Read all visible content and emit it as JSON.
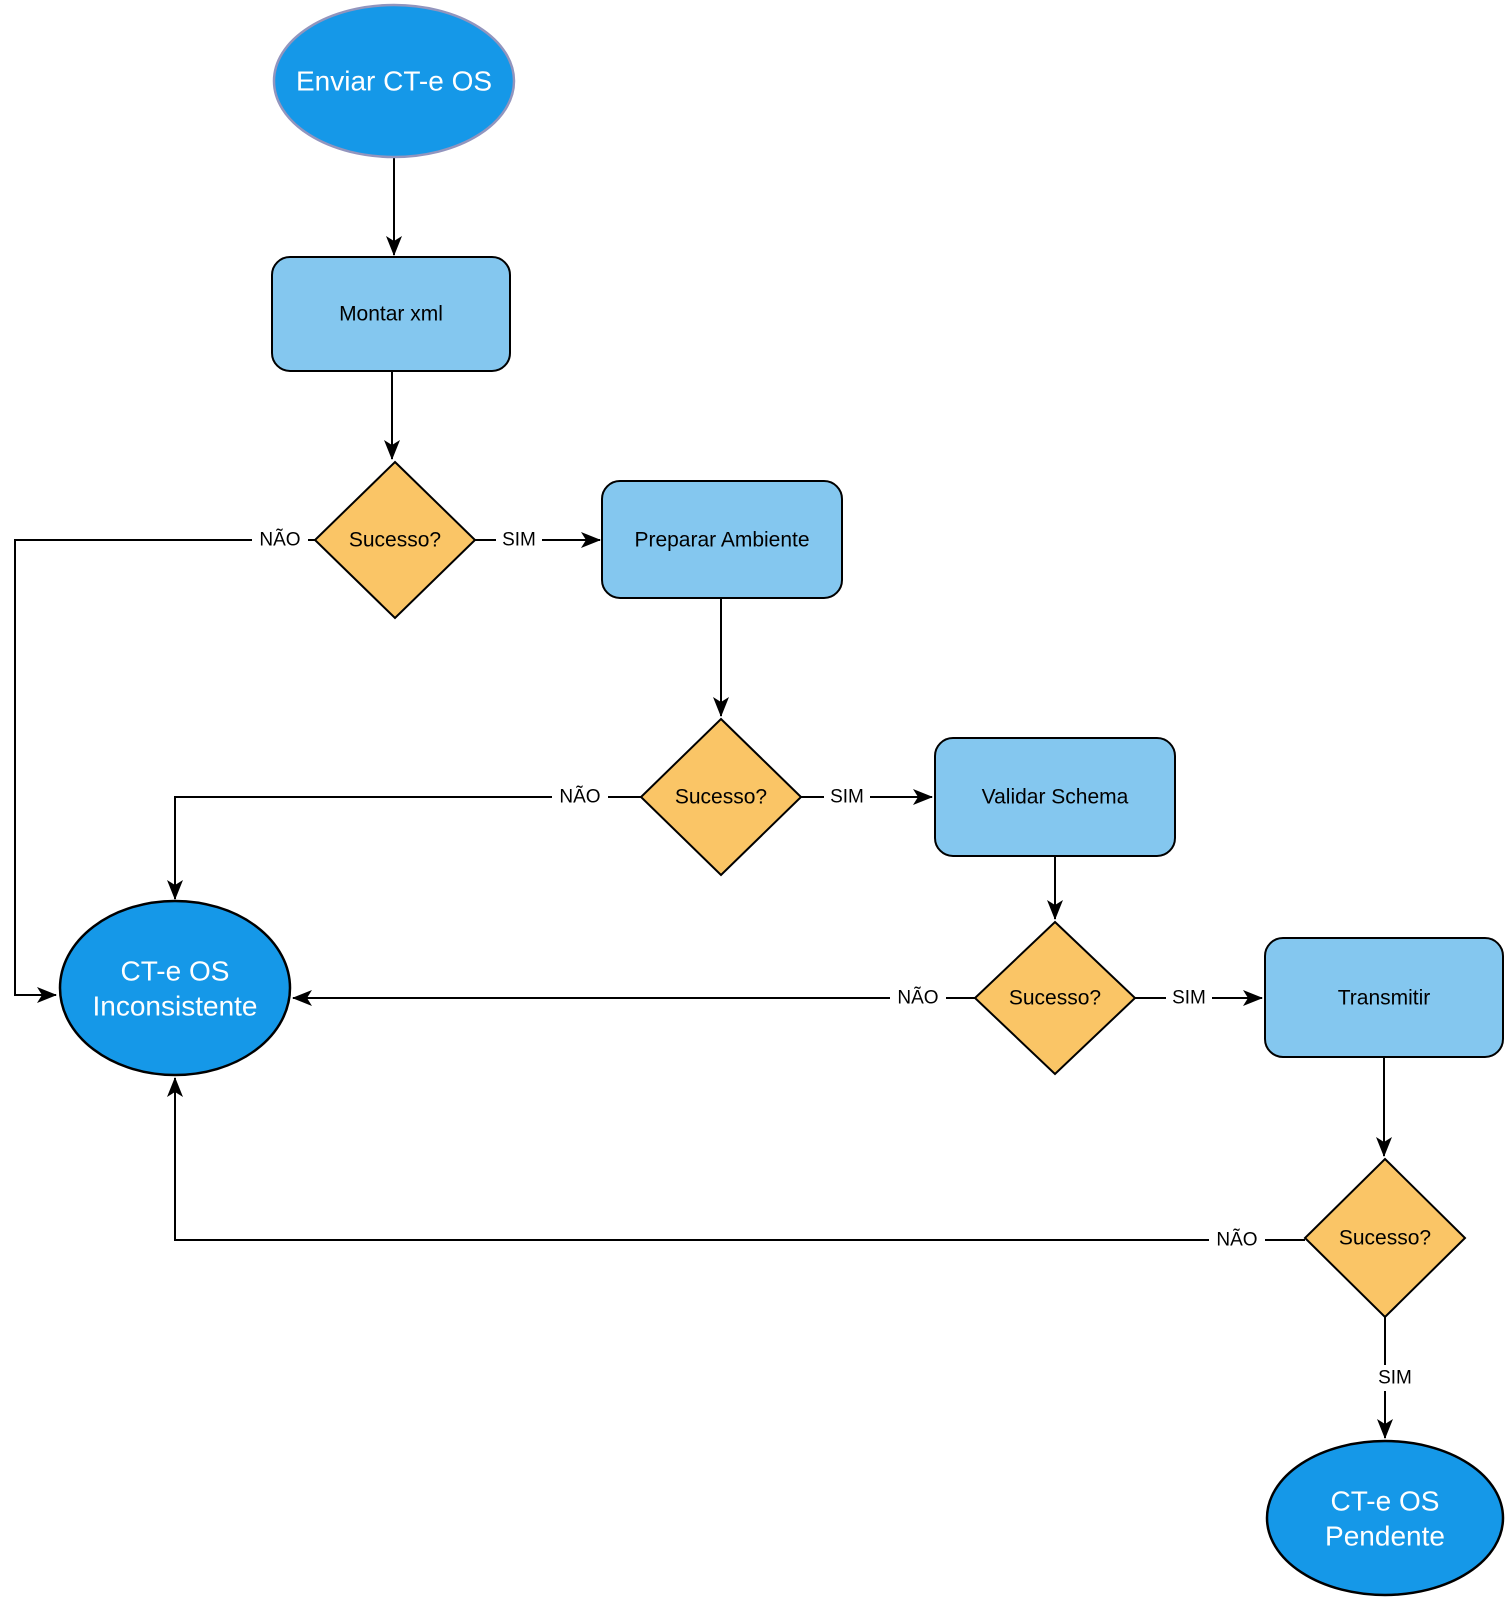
{
  "diagram": {
    "type": "flowchart",
    "colors": {
      "terminal_fill": "#1598e8",
      "terminal_text": "#ffffff",
      "start_ellipse_stroke": "#9295be",
      "process_fill": "#84c7ef",
      "decision_fill": "#fac566",
      "shape_stroke": "#000000",
      "edge_stroke": "#000000",
      "node_text": "#000000",
      "background": "#ffffff"
    },
    "nodes": {
      "start": {
        "type": "terminal",
        "label": "Enviar CT-e OS"
      },
      "montar_xml": {
        "type": "process",
        "label": "Montar xml"
      },
      "decision_montar": {
        "type": "decision",
        "label": "Sucesso?"
      },
      "preparar_ambiente": {
        "type": "process",
        "label": "Preparar Ambiente"
      },
      "decision_preparar": {
        "type": "decision",
        "label": "Sucesso?"
      },
      "validar_schema": {
        "type": "process",
        "label": "Validar Schema"
      },
      "decision_validar": {
        "type": "decision",
        "label": "Sucesso?"
      },
      "transmitir": {
        "type": "process",
        "label": "Transmitir"
      },
      "decision_transmitir": {
        "type": "decision",
        "label": "Sucesso?"
      },
      "cte_os_inconsistente": {
        "type": "terminal",
        "label_line1": "CT-e OS",
        "label_line2": "Inconsistente"
      },
      "cte_os_pendente": {
        "type": "terminal",
        "label_line1": "CT-e OS",
        "label_line2": "Pendente"
      }
    },
    "edges": [
      {
        "from": "start",
        "to": "montar_xml",
        "label": ""
      },
      {
        "from": "montar_xml",
        "to": "decision_montar",
        "label": ""
      },
      {
        "from": "decision_montar",
        "to": "preparar_ambiente",
        "label": "SIM"
      },
      {
        "from": "decision_montar",
        "to": "cte_os_inconsistente",
        "label": "NÃO"
      },
      {
        "from": "preparar_ambiente",
        "to": "decision_preparar",
        "label": ""
      },
      {
        "from": "decision_preparar",
        "to": "validar_schema",
        "label": "SIM"
      },
      {
        "from": "decision_preparar",
        "to": "cte_os_inconsistente",
        "label": "NÃO"
      },
      {
        "from": "validar_schema",
        "to": "decision_validar",
        "label": ""
      },
      {
        "from": "decision_validar",
        "to": "transmitir",
        "label": "SIM"
      },
      {
        "from": "decision_validar",
        "to": "cte_os_inconsistente",
        "label": "NÃO"
      },
      {
        "from": "transmitir",
        "to": "decision_transmitir",
        "label": ""
      },
      {
        "from": "decision_transmitir",
        "to": "cte_os_pendente",
        "label": "SIM"
      },
      {
        "from": "decision_transmitir",
        "to": "cte_os_inconsistente",
        "label": "NÃO"
      }
    ]
  }
}
